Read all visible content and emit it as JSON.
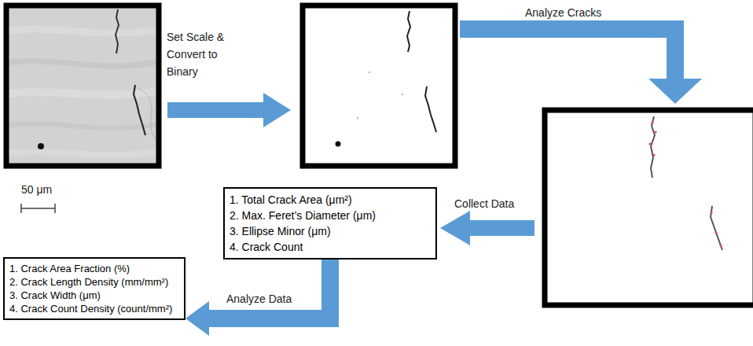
{
  "diagram": {
    "nodes": [
      {
        "text": [
          "1. Total Crack Area (μm²)",
          "2. Max. Feret’s Diameter (μm)",
          "3. Ellipse Minor (μm)",
          "4. Crack Count"
        ]
      },
      {
        "text": [
          "1. Crack Area Fraction (%)",
          "2. Crack Length Density (mm/mm²)",
          "3. Crack Width (μm)",
          "4. Crack Count Density (count/mm²)"
        ]
      }
    ],
    "edges": [
      {
        "from": 0,
        "to": 1,
        "arrow": "to",
        "label": "Analyze Data"
      }
    ],
    "labels": [
      "Set Scale & Convert to Binary",
      "Analyze Cracks",
      "Collect Data",
      "50 μm"
    ]
  }
}
